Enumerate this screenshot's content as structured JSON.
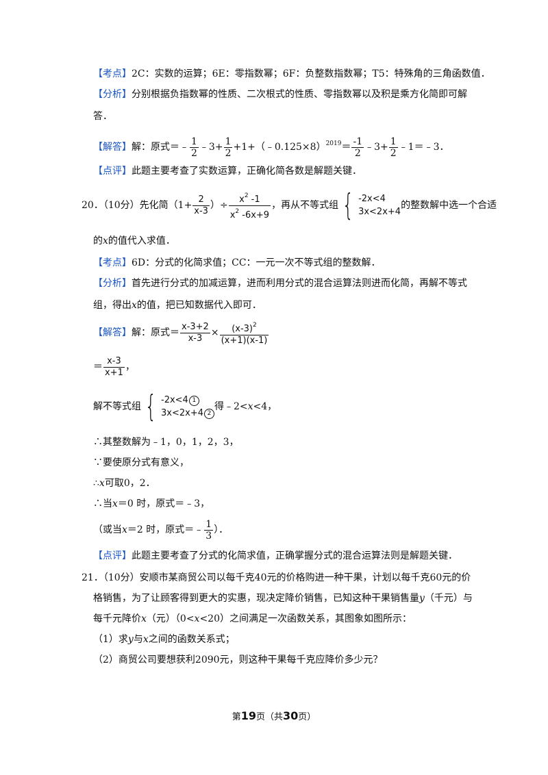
{
  "q19": {
    "kaodian_tag": "【考点】",
    "kaodian_text": "2C：实数的运算；6E：零指数幂；6F：负整数指数幂；T5：特殊角的三角函数值．",
    "fenxi_tag": "【分析】",
    "fenxi_text1": "分别根据负指数幂的性质、二次根式的性质、零指数幂以及积是乘方化简即可解",
    "fenxi_text2": "答．",
    "jieda_tag": "【解答】",
    "jieda_prefix": "解：原式＝﹣",
    "jieda_mid1": "﹣3+",
    "jieda_mid2": "+1+（﹣0.125×8）",
    "jieda_exp": "2019",
    "jieda_mid3": "＝",
    "jieda_mid4": "﹣3+",
    "jieda_end": "﹣1＝﹣3．",
    "frac_one": "1",
    "frac_two": "2",
    "frac_neg_one": "-1",
    "dianping_tag": "【点评】",
    "dianping_text": "此题主要考查了实数运算，正确化简各数是解题关键．"
  },
  "q20": {
    "number": "20．",
    "points": "（10分）",
    "stem_a": "先化简（1+",
    "f1_num": "2",
    "f1_den": "x-3",
    "stem_b": "）÷",
    "f2_num_a": "x",
    "f2_num_exp": "2",
    "f2_num_b": " -1",
    "f2_den_a": "x",
    "f2_den_exp": "2",
    "f2_den_b": " -6x+9",
    "stem_c": "，再从不等式组",
    "sys1": "-2x<4",
    "sys2": "3x<2x+4",
    "stem_d": "的整数解中选一个合适",
    "stem_e_a": "的",
    "stem_e_x": "x",
    "stem_e_b": "的值代入求值．",
    "kaodian_tag": "【考点】",
    "kaodian_text": "6D：分式的化简求值；CC：一元一次不等式组的整数解．",
    "fenxi_tag": "【分析】",
    "fenxi_text1": "首先进行分式的加减运算，进而利用分式的混合运算法则进而化简，再解不等式",
    "fenxi_text2_a": "组，得出",
    "fenxi_text2_x": "x",
    "fenxi_text2_b": "的值，把已知数据代入即可．",
    "jieda_tag": "【解答】",
    "jieda_prefix": "解：原式＝",
    "j1_num": "x-3+2",
    "j1_den": "x-3",
    "times": "×",
    "j2_num_a": "(x-3)",
    "j2_num_exp": "2",
    "j2_den": "(x+1)(x-1)",
    "eq_sign": "＝",
    "j3_num": "x-3",
    "j3_den": "x+1",
    "j3_tail": "，",
    "solve_prefix": "解不等式组",
    "solve_sys1": "-2x<4",
    "solve_sys2": "3x<2x+4",
    "circ1": "1",
    "circ2": "2",
    "solve_mid": "得﹣2<",
    "solve_x": "x",
    "solve_end": "<4，",
    "l1": "∴其整数解为﹣1，0，1，2，3，",
    "l2": "∵要使原分式有意义，",
    "l3_a": "∴",
    "l3_x": "x",
    "l3_b": "可取0，2．",
    "l4_a": "∴当",
    "l4_x": "x",
    "l4_b": "＝0 时，原式＝﹣3，",
    "l5_a": "（或当",
    "l5_x": "x",
    "l5_b": "＝2 时，原式＝﹣",
    "l5_num": "1",
    "l5_den": "3",
    "l5_c": "）．",
    "dianping_tag": "【点评】",
    "dianping_text": "此题主要考查了分式的化简求值，正确掌握分式的混合运算法则是解题关键．"
  },
  "q21": {
    "number": "21．",
    "points": "（10分）",
    "line1": "安顺市某商贸公司以每千克40元的价格购进一种干果，计划以每千克60元的价",
    "line2_a": "格销售，为了让顾客得到更大的实惠，现决定降价销售，已知这种干果销售量",
    "line2_y": "y",
    "line2_b": "（千元）与",
    "line3_a": "每千元降价",
    "line3_x": "x",
    "line3_b": "（元）（0<",
    "line3_x2": "x",
    "line3_c": "<20）之间满足一次函数关系，其图象如图所示：",
    "sub1_a": "（1）求",
    "sub1_y": "y",
    "sub1_b": "与",
    "sub1_x": "x",
    "sub1_c": "之间的函数关系式；",
    "sub2": "（2）商贸公司要想获利2090元，则这种干果每千克应降价多少元？"
  },
  "footer": {
    "pre": "第",
    "page": "19",
    "mid": "页（共",
    "total": "30",
    "post": "页）"
  }
}
